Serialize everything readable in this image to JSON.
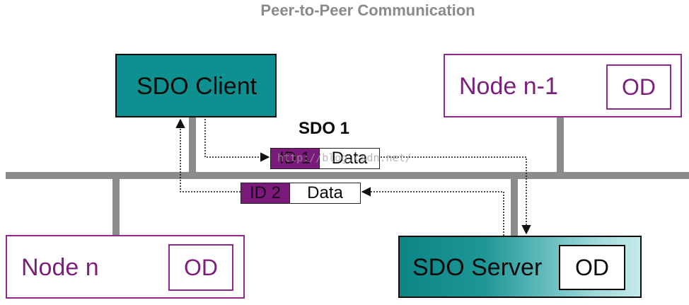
{
  "title": "Peer-to-Peer Communication",
  "sdo_client": {
    "label": "SDO Client"
  },
  "sdo_server": {
    "label": "SDO Server",
    "od": "OD"
  },
  "node_n_minus_1": {
    "label": "Node n-1",
    "od": "OD"
  },
  "node_n": {
    "label": "Node n",
    "od": "OD"
  },
  "sdo_label": "SDO 1",
  "request_frame": {
    "id": "ID 1",
    "data": "Data"
  },
  "response_frame": {
    "id": "ID 2",
    "data": "Data"
  },
  "watermark": "http://blog.csdn.net/",
  "colors": {
    "client_fill": "#0f9090",
    "node_border": "#8e2a8e",
    "id_fill": "#7a1a7a",
    "bus": "#8c8c8c"
  }
}
